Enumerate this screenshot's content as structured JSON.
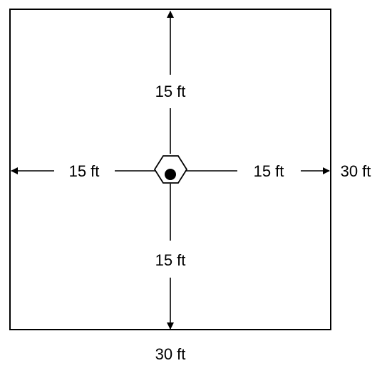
{
  "labels": {
    "top": "15 ft",
    "bottom": "15 ft",
    "left": "15 ft",
    "right": "15 ft",
    "width": "30 ft",
    "height": "30 ft"
  },
  "colors": {
    "stroke": "#000000",
    "background": "#ffffff"
  },
  "icons": {
    "center": "hexagon-with-dot-icon"
  }
}
